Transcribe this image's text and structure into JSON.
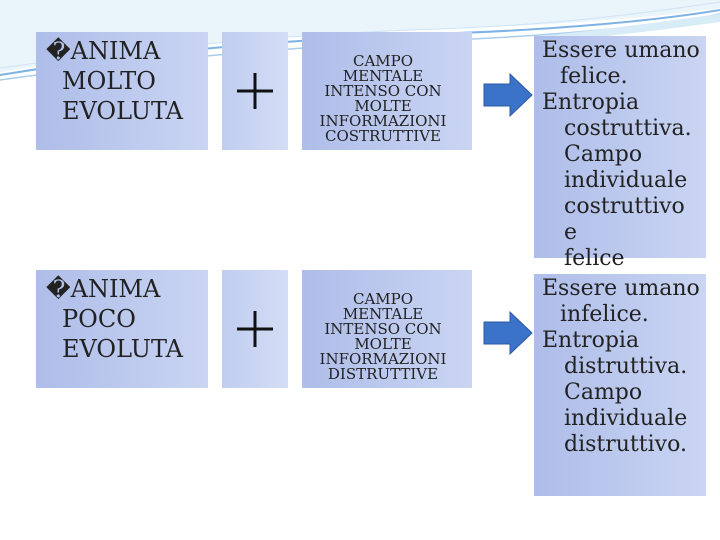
{
  "rows": [
    {
      "anima": [
        "�ANIMA",
        "MOLTO",
        "EVOLUTA"
      ],
      "operator": "+",
      "campo": [
        "CAMPO MENTALE",
        "INTENSO CON",
        "MOLTE",
        "INFORMAZIONI",
        "COSTRUTTIVE"
      ],
      "result": [
        "Essere umano",
        "felice.",
        "Entropia",
        "costruttiva.",
        "Campo",
        "individuale",
        "costruttivo e",
        "felice"
      ]
    },
    {
      "anima": [
        "�ANIMA",
        "POCO",
        "EVOLUTA"
      ],
      "operator": "+",
      "campo": [
        "CAMPO MENTALE",
        "INTENSO CON",
        "MOLTE",
        "INFORMAZIONI",
        "DISTRUTTIVE"
      ],
      "result": [
        "Essere umano",
        "infelice.",
        "Entropia",
        "distruttiva.",
        "Campo",
        "individuale",
        "distruttivo."
      ]
    }
  ],
  "colors": {
    "box_fill": "#b8c6ee",
    "arrow_fill": "#3b73c8",
    "wave": "#7fb2e5",
    "text": "#222222"
  }
}
